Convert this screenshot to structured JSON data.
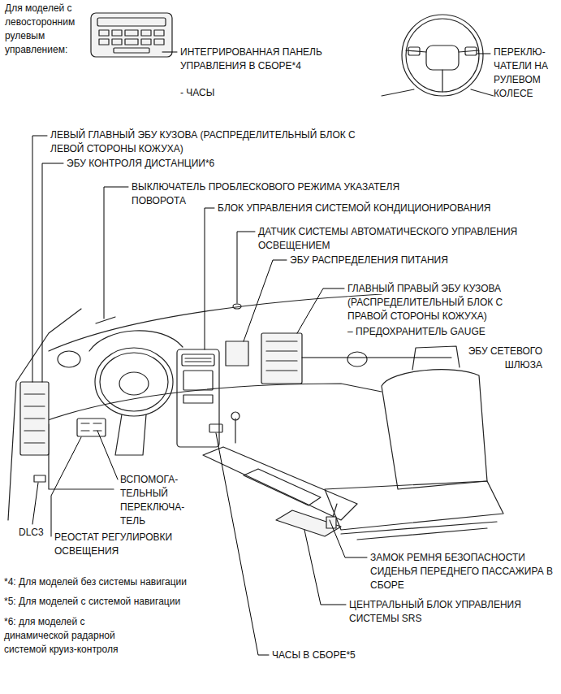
{
  "diagram": {
    "labels": [
      "Для моделей с левосторонним рулевым управлением:",
      "ИНТЕГРИРОВАННАЯ ПАНЕЛЬ УПРАВЛЕНИЯ В СБОРЕ*4",
      "- ЧАСЫ",
      "ПЕРЕКЛЮ- ЧАТЕЛИ НА РУЛЕВОМ КОЛЕСЕ",
      "ЛЕВЫЙ ГЛАВНЫЙ ЭБУ КУЗОВА (РАСПРЕДЕЛИТЕЛЬНЫЙ БЛОК С ЛЕВОЙ СТОРОНЫ КОЖУХА)",
      "ЭБУ КОНТРОЛЯ ДИСТАНЦИИ*6",
      "ВЫКЛЮЧАТЕЛЬ ПРОБЛЕСКОВОГО РЕЖИМА УКАЗАТЕЛЯ ПОВОРОТА",
      "БЛОК УПРАВЛЕНИЯ СИСТЕМОЙ КОНДИЦИОНИРОВАНИЯ",
      "ДАТЧИК СИСТЕМЫ АВТОМАТИЧЕСКОГО УПРАВЛЕНИЯ ОСВЕЩЕНИЕМ",
      "ЭБУ РАСПРЕДЕЛЕНИЯ ПИТАНИЯ",
      "ГЛАВНЫЙ ПРАВЫЙ ЭБУ КУЗОВА (РАСПРЕДЕЛИТЕЛЬНЫЙ БЛОК С ПРАВОЙ СТОРОНЫ КОЖУХА)",
      "– ПРЕДОХРАНИТЕЛЬ GAUGE",
      "ЭБУ СЕТЕВОГО ШЛЮЗА",
      "ВСПОМОГА- ТЕЛЬНЫЙ ПЕРЕКЛЮЧА- ТЕЛЬ",
      "DLC3",
      "РЕОСТАТ РЕГУЛИРОВКИ ОСВЕЩЕНИЯ",
      "ЗАМОК РЕМНЯ БЕЗОПАСНОСТИ СИДЕНЬЯ ПЕРЕДНЕГО ПАССАЖИРА В СБОРЕ",
      "ЦЕНТРАЛЬНЫЙ БЛОК УПРАВЛЕНИЯ СИСТЕМЫ SRS",
      "ЧАСЫ В СБОРЕ*5",
      "*4: Для моделей без системы навигации",
      "*5: Для моделей с системой навигации",
      "*6: для моделей с динамической радарной системой круиз-контроля"
    ]
  }
}
